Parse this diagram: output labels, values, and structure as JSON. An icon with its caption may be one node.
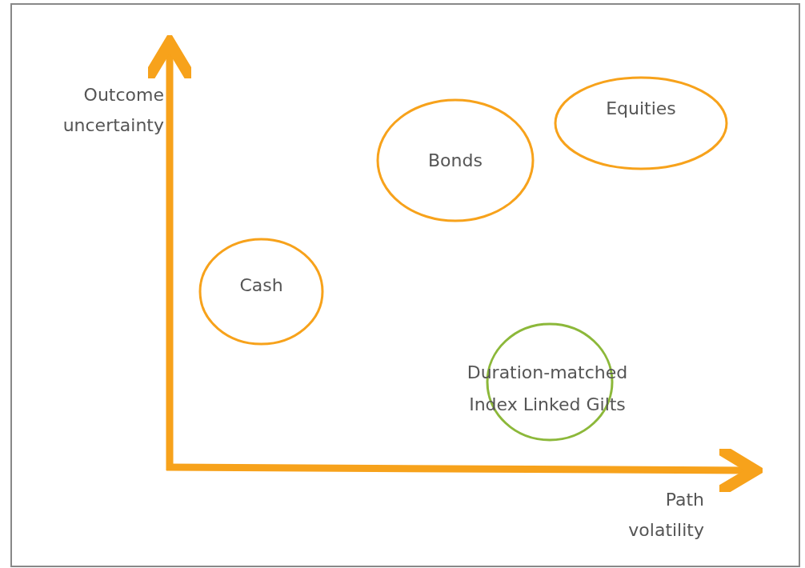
{
  "diagram": {
    "nodes": [
      {
        "text": [
          "Bonds"
        ]
      },
      {
        "text": [
          "Equities"
        ]
      },
      {
        "text": [
          "Cash"
        ]
      },
      {
        "text": [
          "Duration-matched Index Linked Gilts"
        ]
      }
    ],
    "labels": [
      "Outcome uncertainty",
      "Path volatility"
    ]
  }
}
